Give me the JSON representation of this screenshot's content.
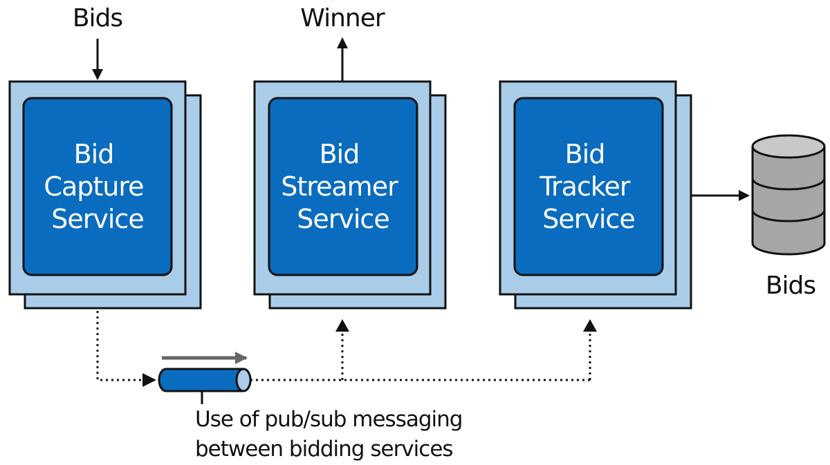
{
  "labels": {
    "bids_in": "Bids",
    "winner_out": "Winner",
    "bids_db": "Bids"
  },
  "services": [
    {
      "lines": [
        "Bid",
        "Capture",
        "Service"
      ]
    },
    {
      "lines": [
        "Bid",
        "Streamer",
        "Service"
      ]
    },
    {
      "lines": [
        "Bid",
        "Tracker",
        "Service"
      ]
    }
  ],
  "note": {
    "lines": [
      "Use of pub/sub messaging",
      "between bidding services"
    ]
  },
  "colors": {
    "outer_fill": "#a9cde9",
    "inner_fill": "#0a6cbf",
    "stroke": "#111111",
    "db_fill": "#a6a6a6",
    "db_top": "#c8c8c8",
    "queue_arrow": "#666666"
  },
  "icons": {
    "database": "database-cylinder-icon",
    "queue": "message-queue-pipe-icon"
  }
}
